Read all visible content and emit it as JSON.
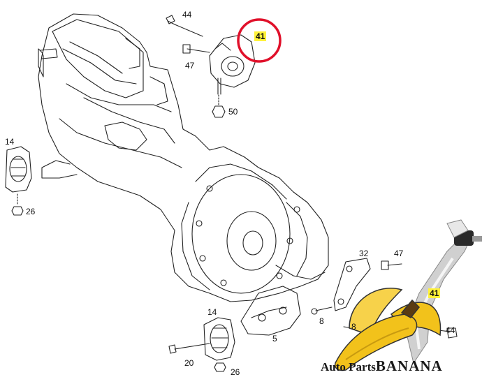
{
  "diagram": {
    "callouts": [
      {
        "id": "c44-top",
        "text": "44"
      },
      {
        "id": "c47-top",
        "text": "47"
      },
      {
        "id": "c41-top",
        "text": "41",
        "highlight": true,
        "circled": true
      },
      {
        "id": "c50",
        "text": "50"
      },
      {
        "id": "c14-left",
        "text": "14"
      },
      {
        "id": "c26-left",
        "text": "26"
      },
      {
        "id": "c32",
        "text": "32"
      },
      {
        "id": "c47-right",
        "text": "47"
      },
      {
        "id": "c41-right",
        "text": "41",
        "highlight": true
      },
      {
        "id": "c8-a",
        "text": "8"
      },
      {
        "id": "c8-b",
        "text": "8"
      },
      {
        "id": "c44-right",
        "text": "44"
      },
      {
        "id": "c14-bottom",
        "text": "14"
      },
      {
        "id": "c20",
        "text": "20"
      },
      {
        "id": "c5",
        "text": "5"
      },
      {
        "id": "c26-bottom",
        "text": "26"
      }
    ],
    "highlight_color": "#fff23a",
    "circle_color": "#e0102a"
  },
  "watermark": {
    "part1": "Auto Parts",
    "part2": "BANANA",
    "banana_color": "#f2c21b"
  }
}
